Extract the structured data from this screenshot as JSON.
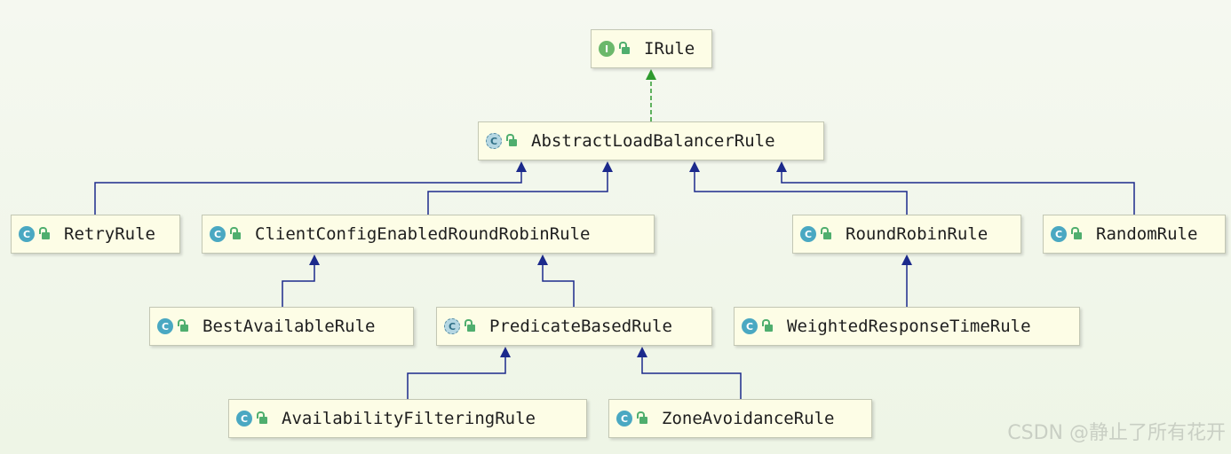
{
  "diagram": {
    "nodes": [
      {
        "id": "IRule",
        "label": "IRule",
        "kind": "interface"
      },
      {
        "id": "AbstractLoadBalancerRule",
        "label": "AbstractLoadBalancerRule",
        "kind": "abstract-class"
      },
      {
        "id": "RetryRule",
        "label": "RetryRule",
        "kind": "class"
      },
      {
        "id": "ClientConfigEnabledRoundRobinRule",
        "label": "ClientConfigEnabledRoundRobinRule",
        "kind": "class"
      },
      {
        "id": "RoundRobinRule",
        "label": "RoundRobinRule",
        "kind": "class"
      },
      {
        "id": "RandomRule",
        "label": "RandomRule",
        "kind": "class"
      },
      {
        "id": "BestAvailableRule",
        "label": "BestAvailableRule",
        "kind": "class"
      },
      {
        "id": "PredicateBasedRule",
        "label": "PredicateBasedRule",
        "kind": "abstract-class"
      },
      {
        "id": "WeightedResponseTimeRule",
        "label": "WeightedResponseTimeRule",
        "kind": "class"
      },
      {
        "id": "AvailabilityFilteringRule",
        "label": "AvailabilityFilteringRule",
        "kind": "class"
      },
      {
        "id": "ZoneAvoidanceRule",
        "label": "ZoneAvoidanceRule",
        "kind": "class"
      }
    ],
    "edges": [
      {
        "from": "AbstractLoadBalancerRule",
        "to": "IRule",
        "type": "implements"
      },
      {
        "from": "RetryRule",
        "to": "AbstractLoadBalancerRule",
        "type": "extends"
      },
      {
        "from": "ClientConfigEnabledRoundRobinRule",
        "to": "AbstractLoadBalancerRule",
        "type": "extends"
      },
      {
        "from": "RoundRobinRule",
        "to": "AbstractLoadBalancerRule",
        "type": "extends"
      },
      {
        "from": "RandomRule",
        "to": "AbstractLoadBalancerRule",
        "type": "extends"
      },
      {
        "from": "BestAvailableRule",
        "to": "ClientConfigEnabledRoundRobinRule",
        "type": "extends"
      },
      {
        "from": "PredicateBasedRule",
        "to": "ClientConfigEnabledRoundRobinRule",
        "type": "extends"
      },
      {
        "from": "WeightedResponseTimeRule",
        "to": "RoundRobinRule",
        "type": "extends"
      },
      {
        "from": "AvailabilityFilteringRule",
        "to": "PredicateBasedRule",
        "type": "extends"
      },
      {
        "from": "ZoneAvoidanceRule",
        "to": "PredicateBasedRule",
        "type": "extends"
      }
    ],
    "badges": {
      "interface": "I",
      "class": "C",
      "abstract-class": "C"
    },
    "colors": {
      "extends_line": "#1c2a8c",
      "implements_line": "#2e9a2e",
      "node_fill": "#fdfde6",
      "class_badge": "#4aa8c2",
      "interface_badge": "#6bb86b"
    }
  },
  "watermark": "CSDN @静止了所有花开"
}
